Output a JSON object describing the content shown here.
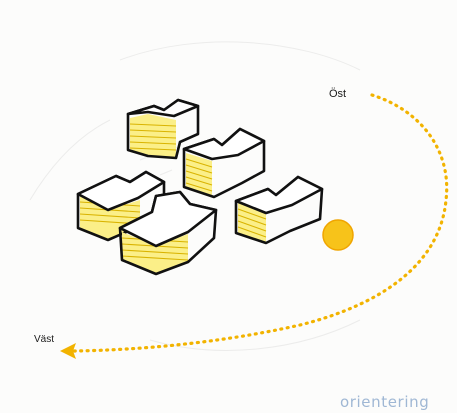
{
  "labels": {
    "east": "Öst",
    "west": "Väst",
    "caption": "orientering"
  },
  "colors": {
    "sun": "#f7c31a",
    "sun_edge": "#f0a500",
    "path": "#f2b300",
    "facade": "#fbef88",
    "outline": "#111111",
    "caption": "#9fb7d4"
  },
  "icons": {
    "sun": "sun-icon",
    "arrow": "arrow-head-icon"
  }
}
